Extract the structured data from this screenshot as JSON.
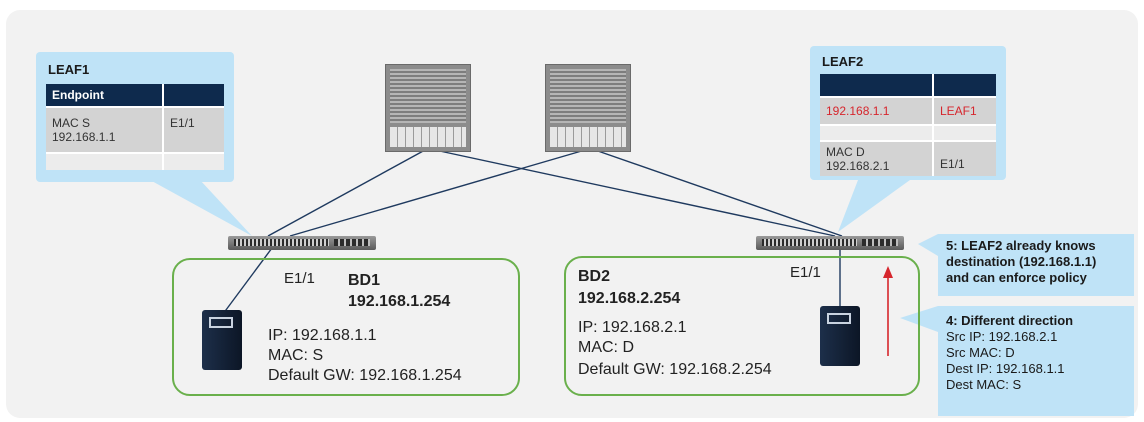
{
  "leaf1": {
    "title": "LEAF1",
    "table_header": [
      "Endpoint",
      ""
    ],
    "rows": [
      {
        "c1": "MAC S\n192.168.1.1",
        "c2": "E1/1"
      },
      {
        "c1": "",
        "c2": ""
      }
    ]
  },
  "leaf2": {
    "title": "LEAF2",
    "table_header": [
      "",
      ""
    ],
    "rows": [
      {
        "c1": "192.168.1.1",
        "c2": "LEAF1"
      },
      {
        "c1": "",
        "c2": ""
      },
      {
        "c1": "MAC D\n192.168.2.1",
        "c2": "E1/1"
      }
    ]
  },
  "bd1": {
    "name": "BD1",
    "gateway": "192.168.1.254",
    "port": "E1/1",
    "host": {
      "ip": "IP: 192.168.1.1",
      "mac": "MAC: S",
      "gw": "Default GW: 192.168.1.254"
    }
  },
  "bd2": {
    "name": "BD2",
    "gateway": "192.168.2.254",
    "port": "E1/1",
    "host": {
      "ip": "IP: 192.168.2.1",
      "mac": "MAC: D",
      "gw": "Default GW: 192.168.2.254"
    }
  },
  "note5": {
    "title": "5: LEAF2 already knows",
    "lines": [
      "destination (192.168.1.1)",
      "and can enforce policy"
    ]
  },
  "note4": {
    "title": "4: Different direction",
    "lines": [
      "Src IP: 192.168.2.1",
      "Src MAC: D",
      "Dest IP: 192.168.1.1",
      "Dest MAC: S"
    ]
  },
  "colors": {
    "background": "#f2f2f2",
    "callout": "#bfe3f7",
    "table_header": "#0e2a4d",
    "bd_border": "#6ab04c",
    "link": "#1f3a5f",
    "highlight_red": "#d6262d"
  }
}
